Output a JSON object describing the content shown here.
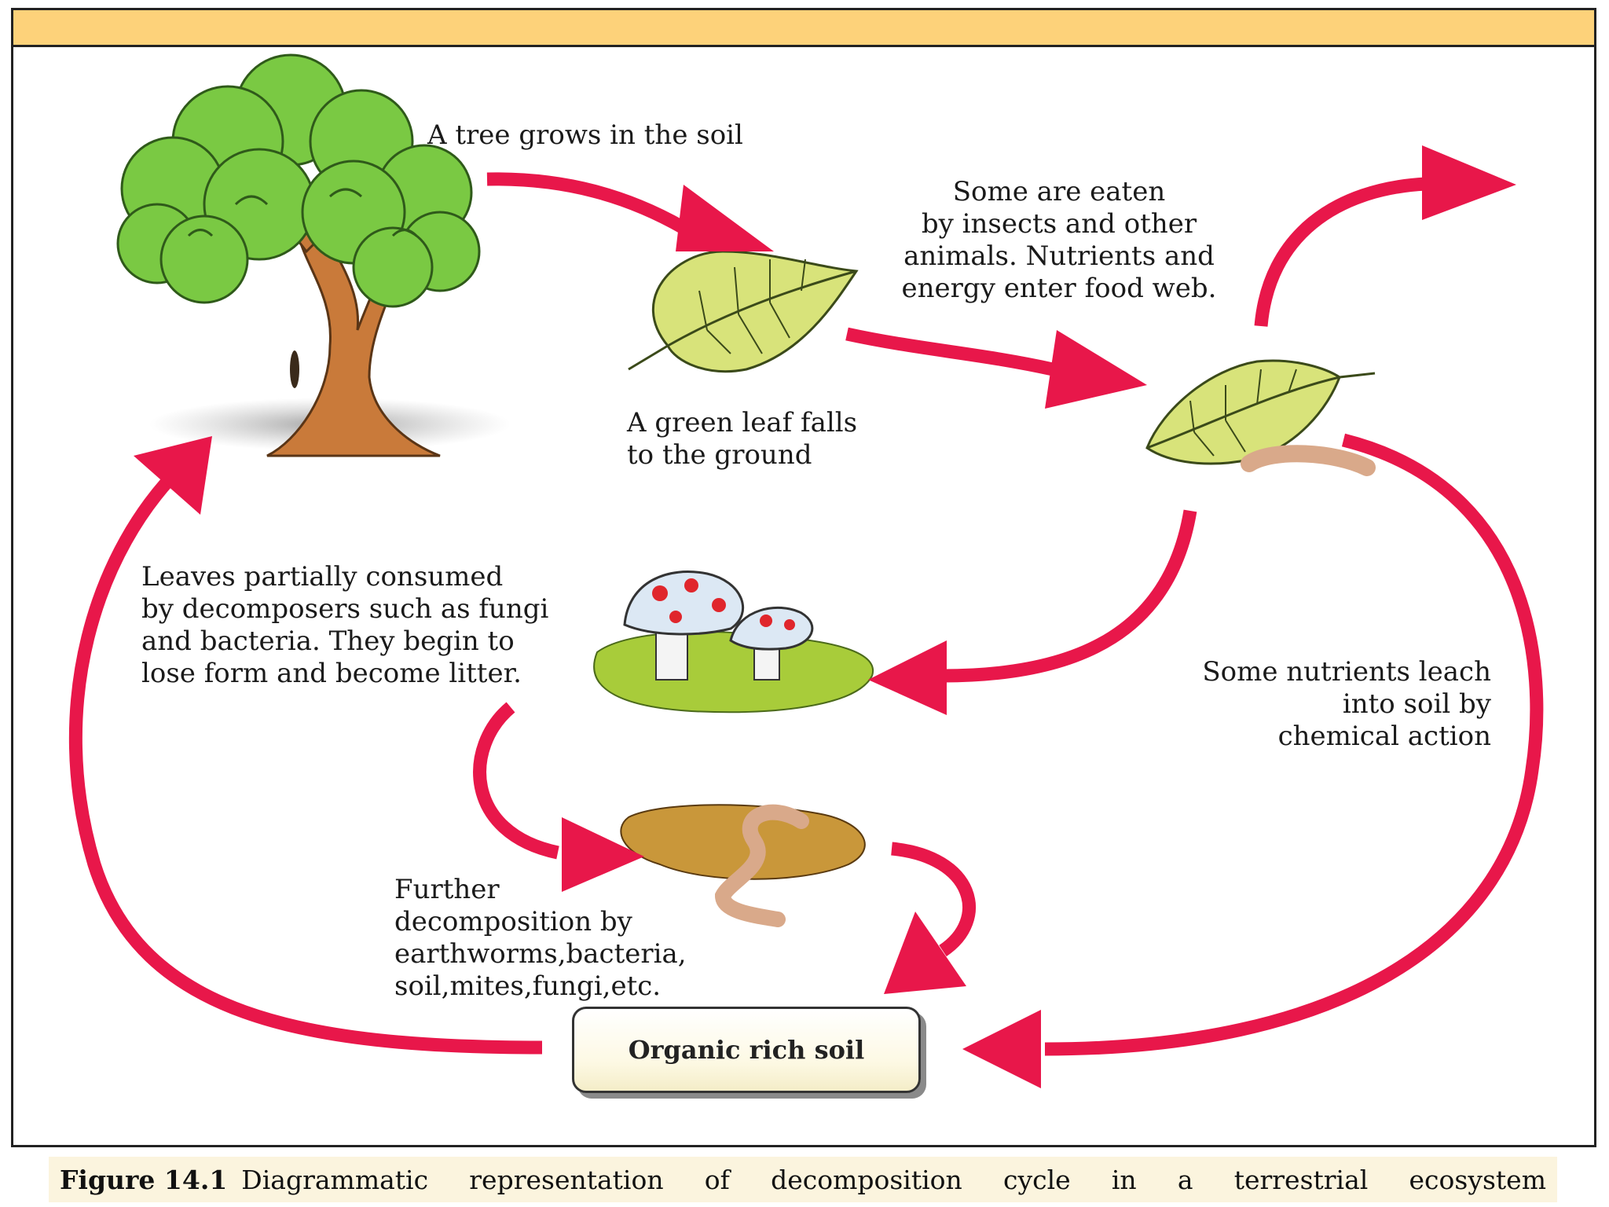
{
  "labels": {
    "tree": "A tree grows in the soil",
    "leaf_falls": "A green leaf falls\nto the ground",
    "eaten": "Some are eaten\nby insects and other\nanimals. Nutrients and\nenergy enter food web.",
    "decomposers": "Leaves partially consumed\nby decomposers such as fungi\nand bacteria. They begin to\nlose form and become litter.",
    "leach": "Some nutrients leach\ninto soil by\nchemical action",
    "further": "Further\ndecomposition by\nearthworms,bacteria,\nsoil,mites,fungi,etc.",
    "soil": "Organic rich soil"
  },
  "caption": {
    "label": "Figure 14.1",
    "text": "Diagrammatic representation of decomposition cycle in a terrestrial ecosystem"
  },
  "colors": {
    "arrow": "#e8174a",
    "top_band": "#fdd27a",
    "tree_foliage": "#7ac943",
    "tree_trunk": "#c97a3a",
    "leaf": "#d8e37a",
    "mushroom_spots": "#e0262c",
    "litter": "#a8cc3a",
    "soil_patch": "#c9973a",
    "worm": "#d9a98a",
    "caption_bg": "#fbf4de"
  }
}
